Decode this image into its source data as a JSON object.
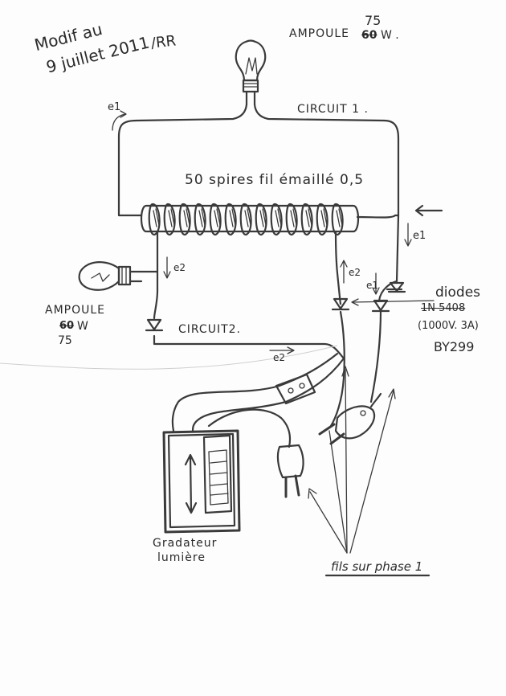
{
  "note": {
    "line1": "Modif au",
    "line2": "9 juillet 2011",
    "signature": "/RR"
  },
  "top_lamp": {
    "label": "AMPOULE",
    "power_new": "75",
    "power_old": "60",
    "unit": "W ."
  },
  "circuit1": {
    "label": "CIRCUIT 1 ."
  },
  "circuit2": {
    "label": "CIRCUIT2."
  },
  "coil": {
    "label": "50 spires fil émaillé 0,5"
  },
  "left_lamp": {
    "label": "AMPOULE",
    "power_old": "60",
    "unit": "W",
    "power_new": "75"
  },
  "diodes": {
    "label": "diodes",
    "old_ref": "1N 5408",
    "rating": "(1000V. 3A)",
    "ref": "BY299"
  },
  "emf": {
    "e1_top": "e1",
    "e1_right": "e1",
    "e1_mid": "e1",
    "e2_mid": "e2",
    "e2_left": "e2",
    "e2_bottom": "e2"
  },
  "dimmer": {
    "label_line1": "Gradateur",
    "label_line2": "lumière"
  },
  "fils": {
    "label": "fils sur phase 1"
  },
  "colors": {
    "ink": "#3a3a3a",
    "paper": "#fdfdfd"
  }
}
